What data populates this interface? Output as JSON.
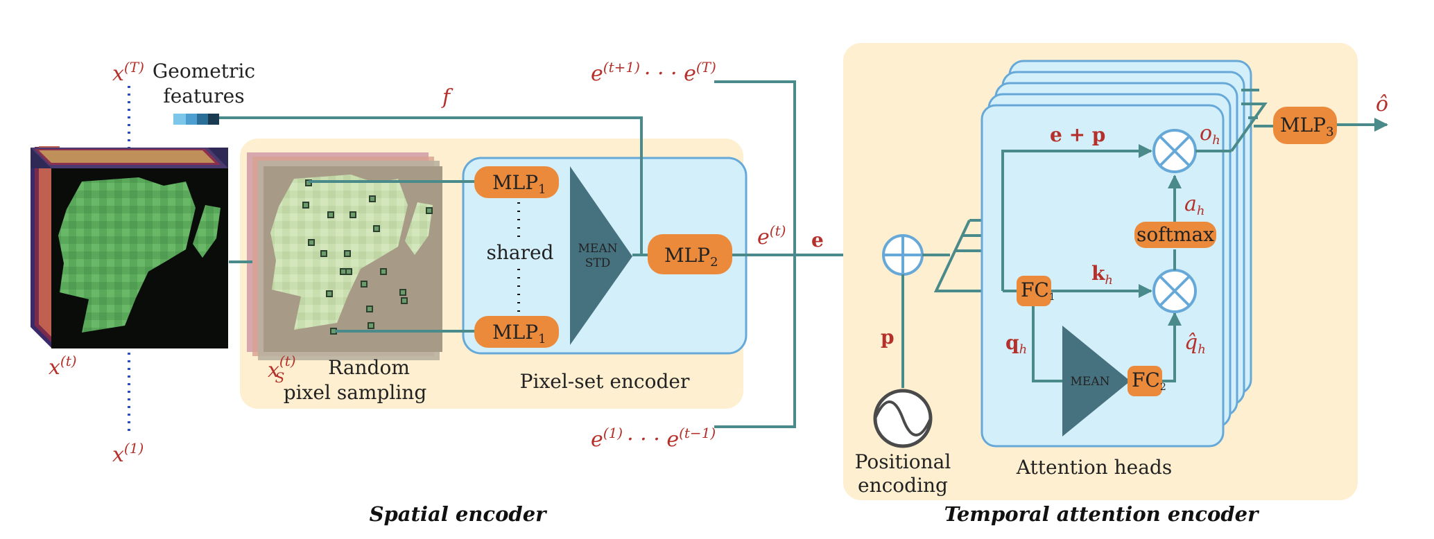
{
  "colors": {
    "wire": "#4a8a8a",
    "panel": "#fdefcf",
    "blue_box": "#d3effa",
    "blue_stroke": "#66a9d8",
    "orange": "#ec8a3c",
    "triangle": "#46717f",
    "math_red": "#b5302a"
  },
  "spatial": {
    "caption": "Spatial encoder",
    "x_T": "x",
    "x_T_sup": "(T)",
    "x_1": "x",
    "x_1_sup": "(1)",
    "x_t": "x",
    "x_t_sup": "(t)",
    "geo_line1": "Geometric",
    "geo_line2": "features",
    "f_label": "f",
    "xs_label": "x",
    "xs_sup": "(t)",
    "xs_sub": "S",
    "random_line1": "Random",
    "random_line2": "pixel sampling",
    "pse_label": "Pixel-set encoder",
    "mlp1_top": "MLP",
    "mlp1_top_sub": "1",
    "mlp1_bot": "MLP",
    "mlp1_bot_sub": "1",
    "shared": "shared",
    "mean": "MEAN",
    "std": "STD",
    "mlp2": "MLP",
    "mlp2_sub": "2",
    "et_label": "e",
    "et_sup": "(t)",
    "e_future": "e",
    "e_future_sup1": "(t+1)",
    "e_future_dots": "· · · e",
    "e_future_sup2": "(T)",
    "e_past": "e",
    "e_past_sup1": "(1)",
    "e_past_dots": "· · · e",
    "e_past_sup2": "(t−1)"
  },
  "temporal": {
    "caption": "Temporal attention encoder",
    "e_bold": "e",
    "p_bold": "p",
    "pos_line1": "Positional",
    "pos_line2": "encoding",
    "e_plus_p": "e + p",
    "o_h": "o",
    "o_h_sub": "h",
    "a_h": "a",
    "a_h_sub": "h",
    "softmax": "softmax",
    "k_h": "k",
    "k_h_sub": "h",
    "q_h": "q",
    "q_h_sub": "h",
    "qhat": "q̂",
    "qhat_sub": "h",
    "fc1": "FC",
    "fc1_sub": "1",
    "fc2": "FC",
    "fc2_sub": "2",
    "mean": "MEAN",
    "heads_label": "Attention heads",
    "mlp3": "MLP",
    "mlp3_sub": "3",
    "ohat": "ô"
  }
}
